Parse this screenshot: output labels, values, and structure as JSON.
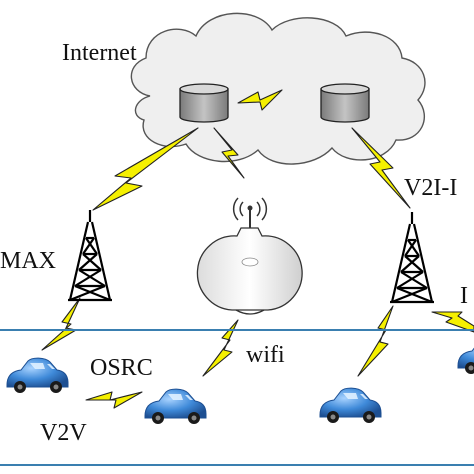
{
  "labels": {
    "internet": "Internet",
    "wimax": "MAX",
    "osrc": "OSRC",
    "wifi": "wifi",
    "v2v": "V2V",
    "v2i": "V2I-I",
    "right_edge": "I"
  },
  "icons": {
    "cloud": "cloud-icon",
    "server": "server-icon",
    "tower": "cell-tower-icon",
    "wifi_ap": "wifi-access-point-icon",
    "car": "car-icon",
    "link": "lightning-link-icon"
  },
  "colors": {
    "lightning": "#f5f000",
    "road": "#3a7fb0",
    "car": "#3f8ad9",
    "cloud": "#eeeeee",
    "server": "#9a9a9a"
  }
}
